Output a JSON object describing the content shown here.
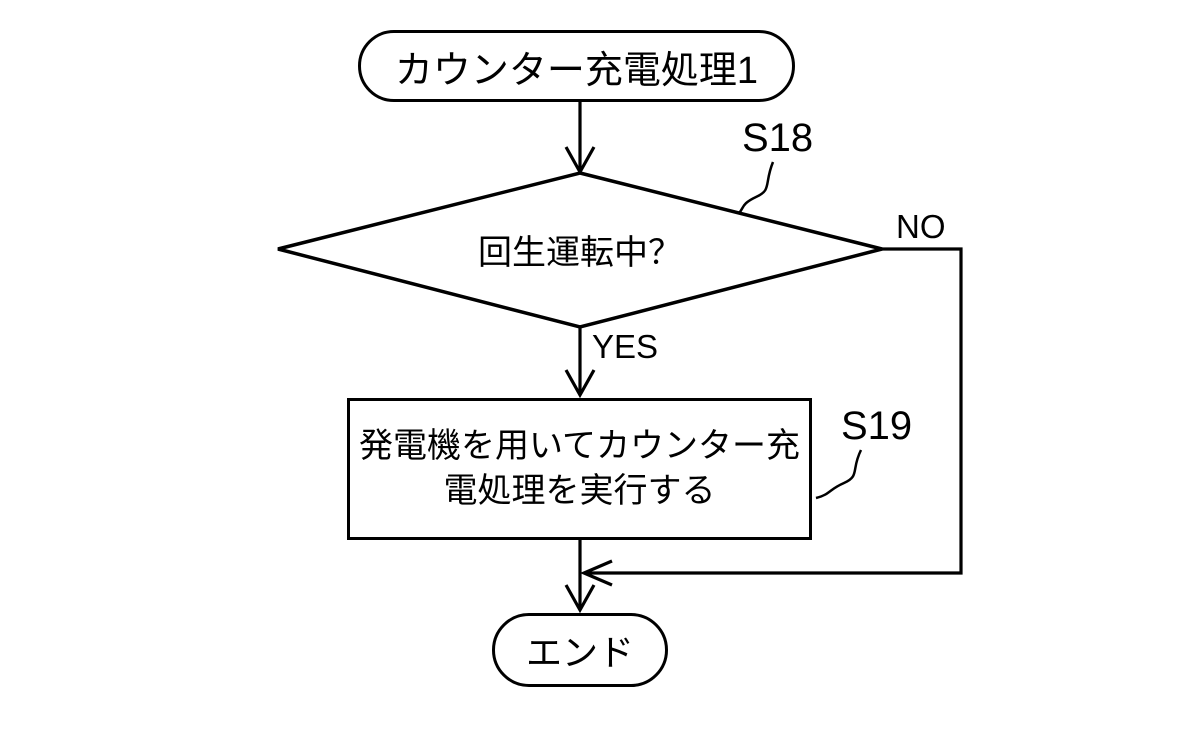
{
  "flowchart": {
    "colors": {
      "stroke": "#000000",
      "background": "#ffffff"
    },
    "start": {
      "label": "カウンター充電処理1"
    },
    "decision": {
      "label": "回生運転中？",
      "step_label": "S18",
      "yes_label": "YES",
      "no_label": "NO"
    },
    "process": {
      "lines": [
        "発電機を用いてカウンター充",
        "電処理を実行する"
      ],
      "step_label": "S19"
    },
    "end": {
      "label": "エンド"
    }
  }
}
